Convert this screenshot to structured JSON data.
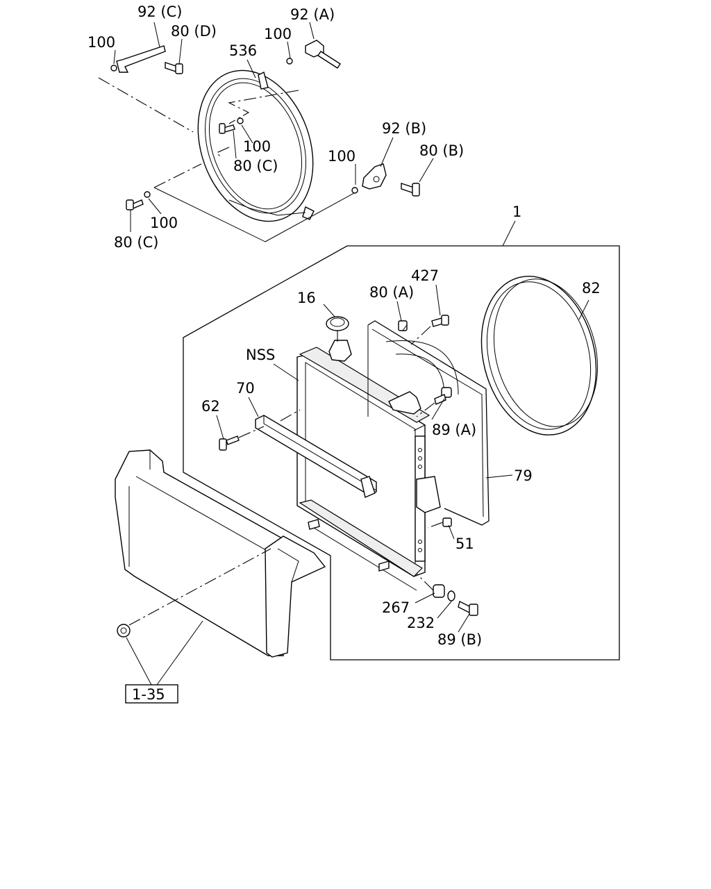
{
  "labels": {
    "l_92c": "92 (C)",
    "l_100_a": "100",
    "l_80d": "80 (D)",
    "l_536": "536",
    "l_100_b": "100",
    "l_92a": "92 (A)",
    "l_100_c": "100",
    "l_80c_a": "80 (C)",
    "l_92b": "92 (B)",
    "l_80b": "80 (B)",
    "l_100_d": "100",
    "l_100_e": "100",
    "l_80c_b": "80 (C)",
    "l_1": "1",
    "l_427": "427",
    "l_16": "16",
    "l_80a": "80 (A)",
    "l_82": "82",
    "l_nss": "NSS",
    "l_70": "70",
    "l_62": "62",
    "l_89a": "89 (A)",
    "l_79": "79",
    "l_51": "51",
    "l_267": "267",
    "l_232": "232",
    "l_89b": "89 (B)",
    "l_ref": "1-35"
  }
}
